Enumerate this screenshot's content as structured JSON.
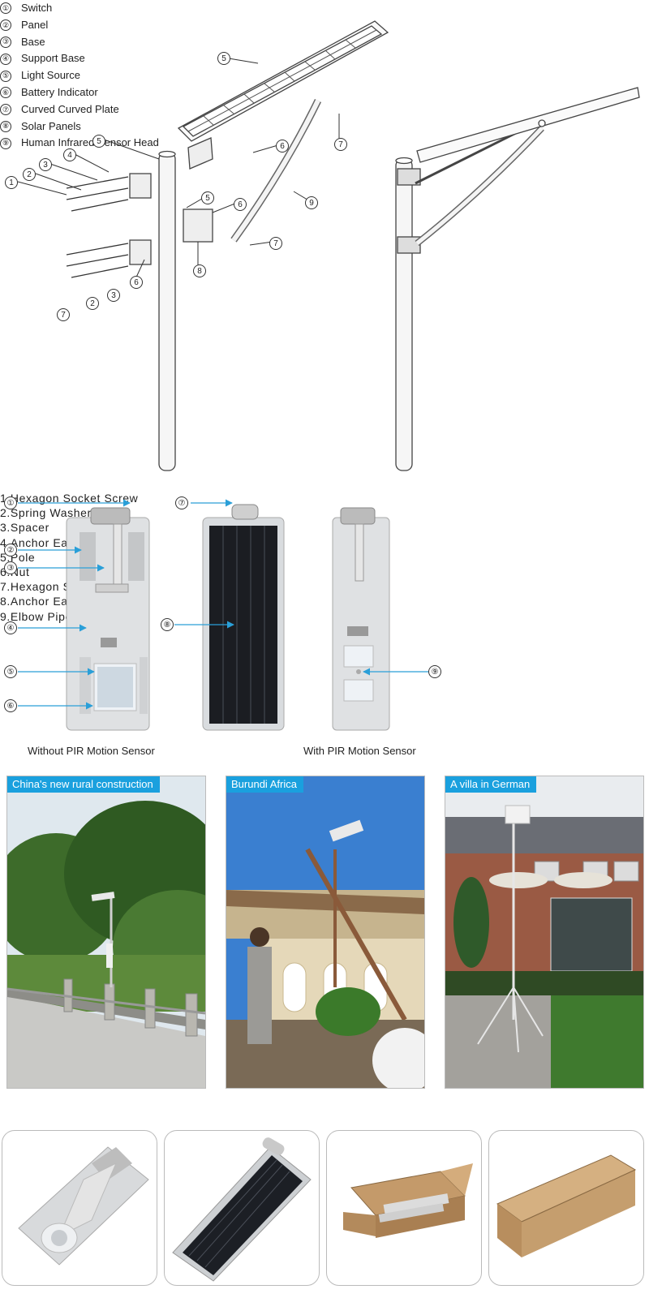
{
  "exploded_view": {
    "callouts": [
      "1",
      "2",
      "3",
      "4",
      "5",
      "6",
      "7",
      "8",
      "9"
    ],
    "parts": [
      "1.Hexagon Socket Screw",
      "2.Spring Washer",
      "3.Spacer",
      "4.Anchor Ear",
      "5.Pole",
      "6.Nut",
      "7.Hexagon Socket Screw",
      "8.Anchor Ear2",
      "9.Elbow Pipe"
    ]
  },
  "lamp_views": {
    "components": [
      {
        "num": "①",
        "label": "Switch"
      },
      {
        "num": "②",
        "label": "Panel"
      },
      {
        "num": "③",
        "label": "Base"
      },
      {
        "num": "④",
        "label": "Support Base"
      },
      {
        "num": "⑤",
        "label": "Light Source"
      },
      {
        "num": "⑥",
        "label": "Battery Indicator"
      },
      {
        "num": "⑦",
        "label": "Curved Curved Plate"
      },
      {
        "num": "⑧",
        "label": "Solar Panels"
      },
      {
        "num": "⑨",
        "label": "Human Infrared Sensor Head"
      }
    ],
    "caption_without": "Without PIR Motion Sensor",
    "caption_with": "With PIR Motion Sensor",
    "callout_nums": [
      "①",
      "②",
      "③",
      "④",
      "⑤",
      "⑥",
      "⑦",
      "⑧",
      "⑨"
    ]
  },
  "photos": [
    {
      "tag": "China's new rural construction"
    },
    {
      "tag": "Burundi Africa"
    },
    {
      "tag": "A villa in German"
    }
  ],
  "colors": {
    "accent": "#1aa0de",
    "arrow": "#2a9fd8"
  }
}
